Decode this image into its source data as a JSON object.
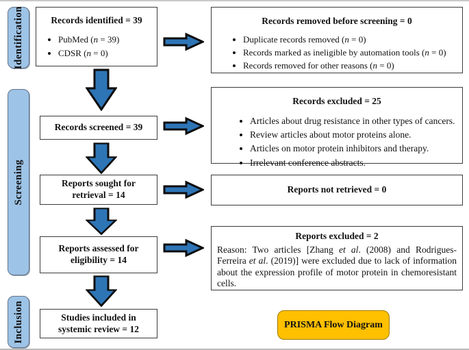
{
  "figure": {
    "stages": [
      {
        "label": "Identification"
      },
      {
        "label": "Screening"
      },
      {
        "label": "Inclusion"
      }
    ],
    "left_flow": [
      {
        "title": "Records identified = 39",
        "bullets": [
          "PubMed (*n* = 39)",
          "CDSR (*n* = 0)"
        ]
      },
      {
        "title": "Records screened = 39"
      },
      {
        "title": "Reports sought for retrieval = 14"
      },
      {
        "title": "Reports assessed for eligibility = 14"
      },
      {
        "title": "Studies included in systemic review = 12"
      }
    ],
    "right_notes": [
      {
        "title": "Records removed before screening = 0",
        "bullets": [
          "Duplicate records removed (*n* = 0)",
          "Records marked as ineligible by automation tools (*n* = 0)",
          "Records removed for other reasons (*n* = 0)"
        ]
      },
      {
        "title": "Records excluded = 25",
        "bullets": [
          "Articles about drug resistance in other types of cancers.",
          "Review articles about motor proteins alone.",
          "Articles on motor protein inhibitors and therapy.",
          "Irrelevant conference abstracts."
        ]
      },
      {
        "title": "Reports not retrieved = 0"
      },
      {
        "title": "Reports excluded = 2",
        "body": "Reason: Two articles [Zhang *et al*. (2008) and Rodrigues-Ferreira *et al*. (2019)] were excluded due to lack of information about the expression profile of motor protein in chemoresistant cells."
      }
    ],
    "badge": {
      "label": "PRISMA Flow Diagram"
    },
    "colors": {
      "arrow_fill": "#2E75B6",
      "stage_fill": "#9DC3E6",
      "badge_fill": "#FFC000"
    }
  }
}
